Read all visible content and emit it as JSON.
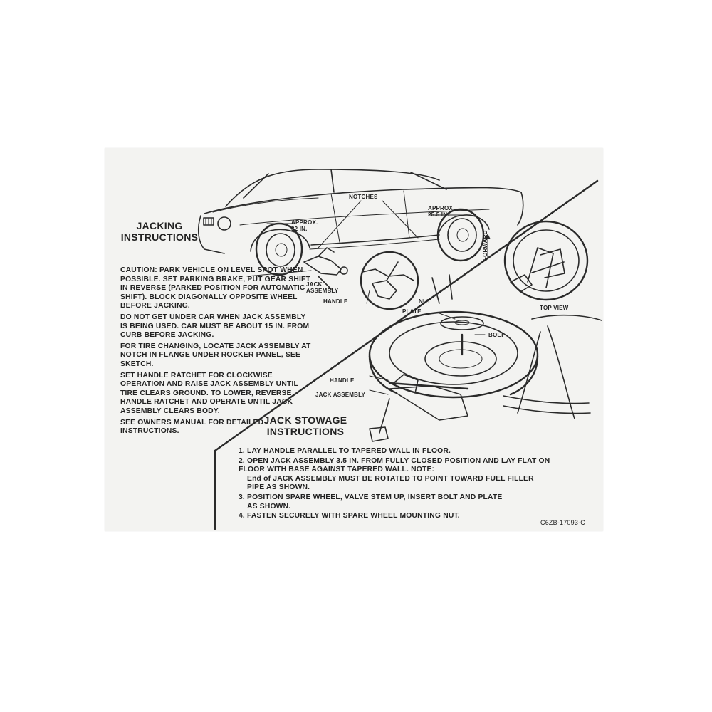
{
  "jacking": {
    "title_line1": "JACKING",
    "title_line2": "INSTRUCTIONS",
    "paragraphs": [
      "CAUTION: PARK VEHICLE ON LEVEL SPOT WHEN POSSIBLE. SET PARKING BRAKE, PUT GEAR SHIFT IN REVERSE (PARKED POSITION FOR AUTOMATIC SHIFT). BLOCK DIAGONALLY OPPOSITE WHEEL BEFORE JACKING.",
      "DO NOT GET UNDER CAR WHEN JACK ASSEMBLY IS BEING USED. CAR MUST BE ABOUT 15 IN. FROM CURB BEFORE JACKING.",
      "FOR TIRE CHANGING, LOCATE JACK ASSEMBLY AT NOTCH IN FLANGE UNDER ROCKER PANEL, SEE SKETCH.",
      "SET HANDLE RATCHET FOR CLOCKWISE OPERATION AND RAISE JACK ASSEMBLY UNTIL TIRE CLEARS GROUND. TO LOWER, REVERSE HANDLE RATCHET AND OPERATE UNTIL JACK ASSEMBLY CLEARS BODY.",
      "SEE OWNERS MANUAL FOR DETAILED INSTRUCTIONS."
    ]
  },
  "stowage": {
    "title_line1": "JACK STOWAGE",
    "title_line2": "INSTRUCTIONS",
    "steps": [
      {
        "num": "1.",
        "text": "LAY HANDLE PARALLEL TO TAPERED WALL IN FLOOR."
      },
      {
        "num": "2.",
        "text": "OPEN JACK ASSEMBLY 3.5 IN. FROM FULLY CLOSED POSITION AND LAY FLAT ON FLOOR WITH BASE AGAINST TAPERED WALL. NOTE:",
        "sub": "End of JACK ASSEMBLY MUST BE ROTATED TO POINT TOWARD FUEL FILLER PIPE AS SHOWN."
      },
      {
        "num": "3.",
        "text": "POSITION SPARE WHEEL, VALVE STEM UP, INSERT BOLT AND PLATE",
        "sub": "AS SHOWN."
      },
      {
        "num": "4.",
        "text": "FASTEN SECURELY WITH SPARE WHEEL MOUNTING NUT."
      }
    ]
  },
  "labels": {
    "notches": "NOTCHES",
    "approx_front_l1": "APPROX.",
    "approx_front_l2": "32 IN.",
    "approx_rear_l1": "APPROX.",
    "approx_rear_l2": "25.5 IN.",
    "jack_assembly_top_l1": "JACK",
    "jack_assembly_top_l2": "ASSEMBLY",
    "handle_top": "HANDLE",
    "nut": "NUT",
    "plate": "PLATE",
    "bolt": "BOLT",
    "top_view": "TOP VIEW",
    "forward": "FORWARD",
    "handle_bottom": "HANDLE",
    "jack_assembly_bottom": "JACK ASSEMBLY"
  },
  "part_number": "C6ZB-17093-C",
  "colors": {
    "decal_background": "#f3f3f1",
    "ink": "#2a2a2a"
  }
}
